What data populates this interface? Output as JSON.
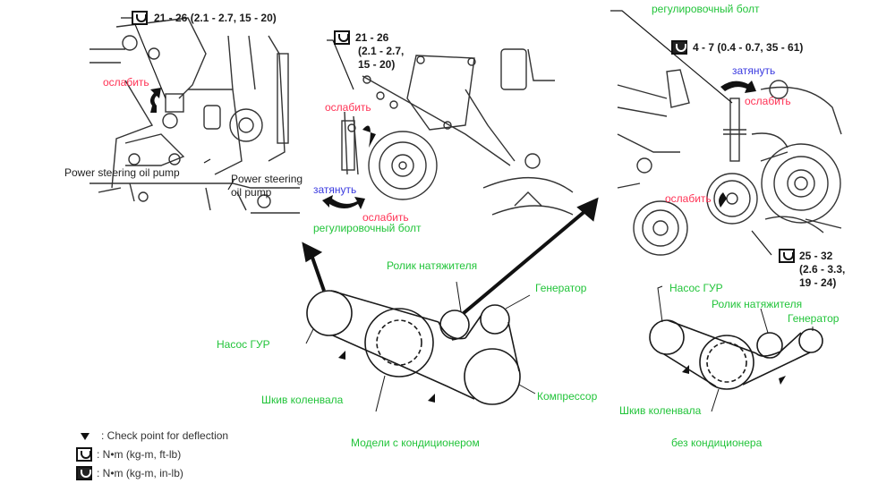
{
  "colors": {
    "green": "#22c43a",
    "red": "#ff3355",
    "blue": "#3a3ae0",
    "line": "#1a1a1a"
  },
  "top_left": {
    "torque": "21 - 26 (2.1 - 2.7, 15 - 20)",
    "loosen": "ослабить",
    "ps_pump_1": "Power steering oil pump",
    "ps_pump_2a": "Power steering",
    "ps_pump_2b": "oil pump"
  },
  "top_middle": {
    "torque_l1": "21 - 26",
    "torque_l2": "(2.1 - 2.7,",
    "torque_l3": "15 - 20)",
    "loosen_1": "ослабить",
    "tighten": "затянуть",
    "loosen_2": "ослабить",
    "adjust_bolt": "регулировочный болт"
  },
  "top_right": {
    "adjust_bolt": "регулировочный болт",
    "torque": "4 - 7 (0.4 - 0.7, 35 - 61)",
    "tighten": "затянуть",
    "loosen_1": "ослабить",
    "loosen_2": "ослабить",
    "torque2_l1": "25 - 32",
    "torque2_l2": "(2.6 - 3.3,",
    "torque2_l3": "19 - 24)"
  },
  "with_ac": {
    "title": "Модели с кондиционером",
    "ps_pump": "Насос ГУР",
    "tensioner": "Ролик натяжителя",
    "generator": "Генератор",
    "crankshaft": "Шкив коленвала",
    "compressor": "Компрессор"
  },
  "without_ac": {
    "title": "без кондиционера",
    "ps_pump": "Насос ГУР",
    "tensioner": "Ролик натяжителя",
    "generator": "Генератор",
    "crankshaft": "Шкив коленвала"
  },
  "legend": {
    "check_point": ": Check point for deflection",
    "nm_ftlb": ": N•m (kg-m, ft-lb)",
    "nm_inlb": ": N•m (kg-m, in-lb)"
  }
}
